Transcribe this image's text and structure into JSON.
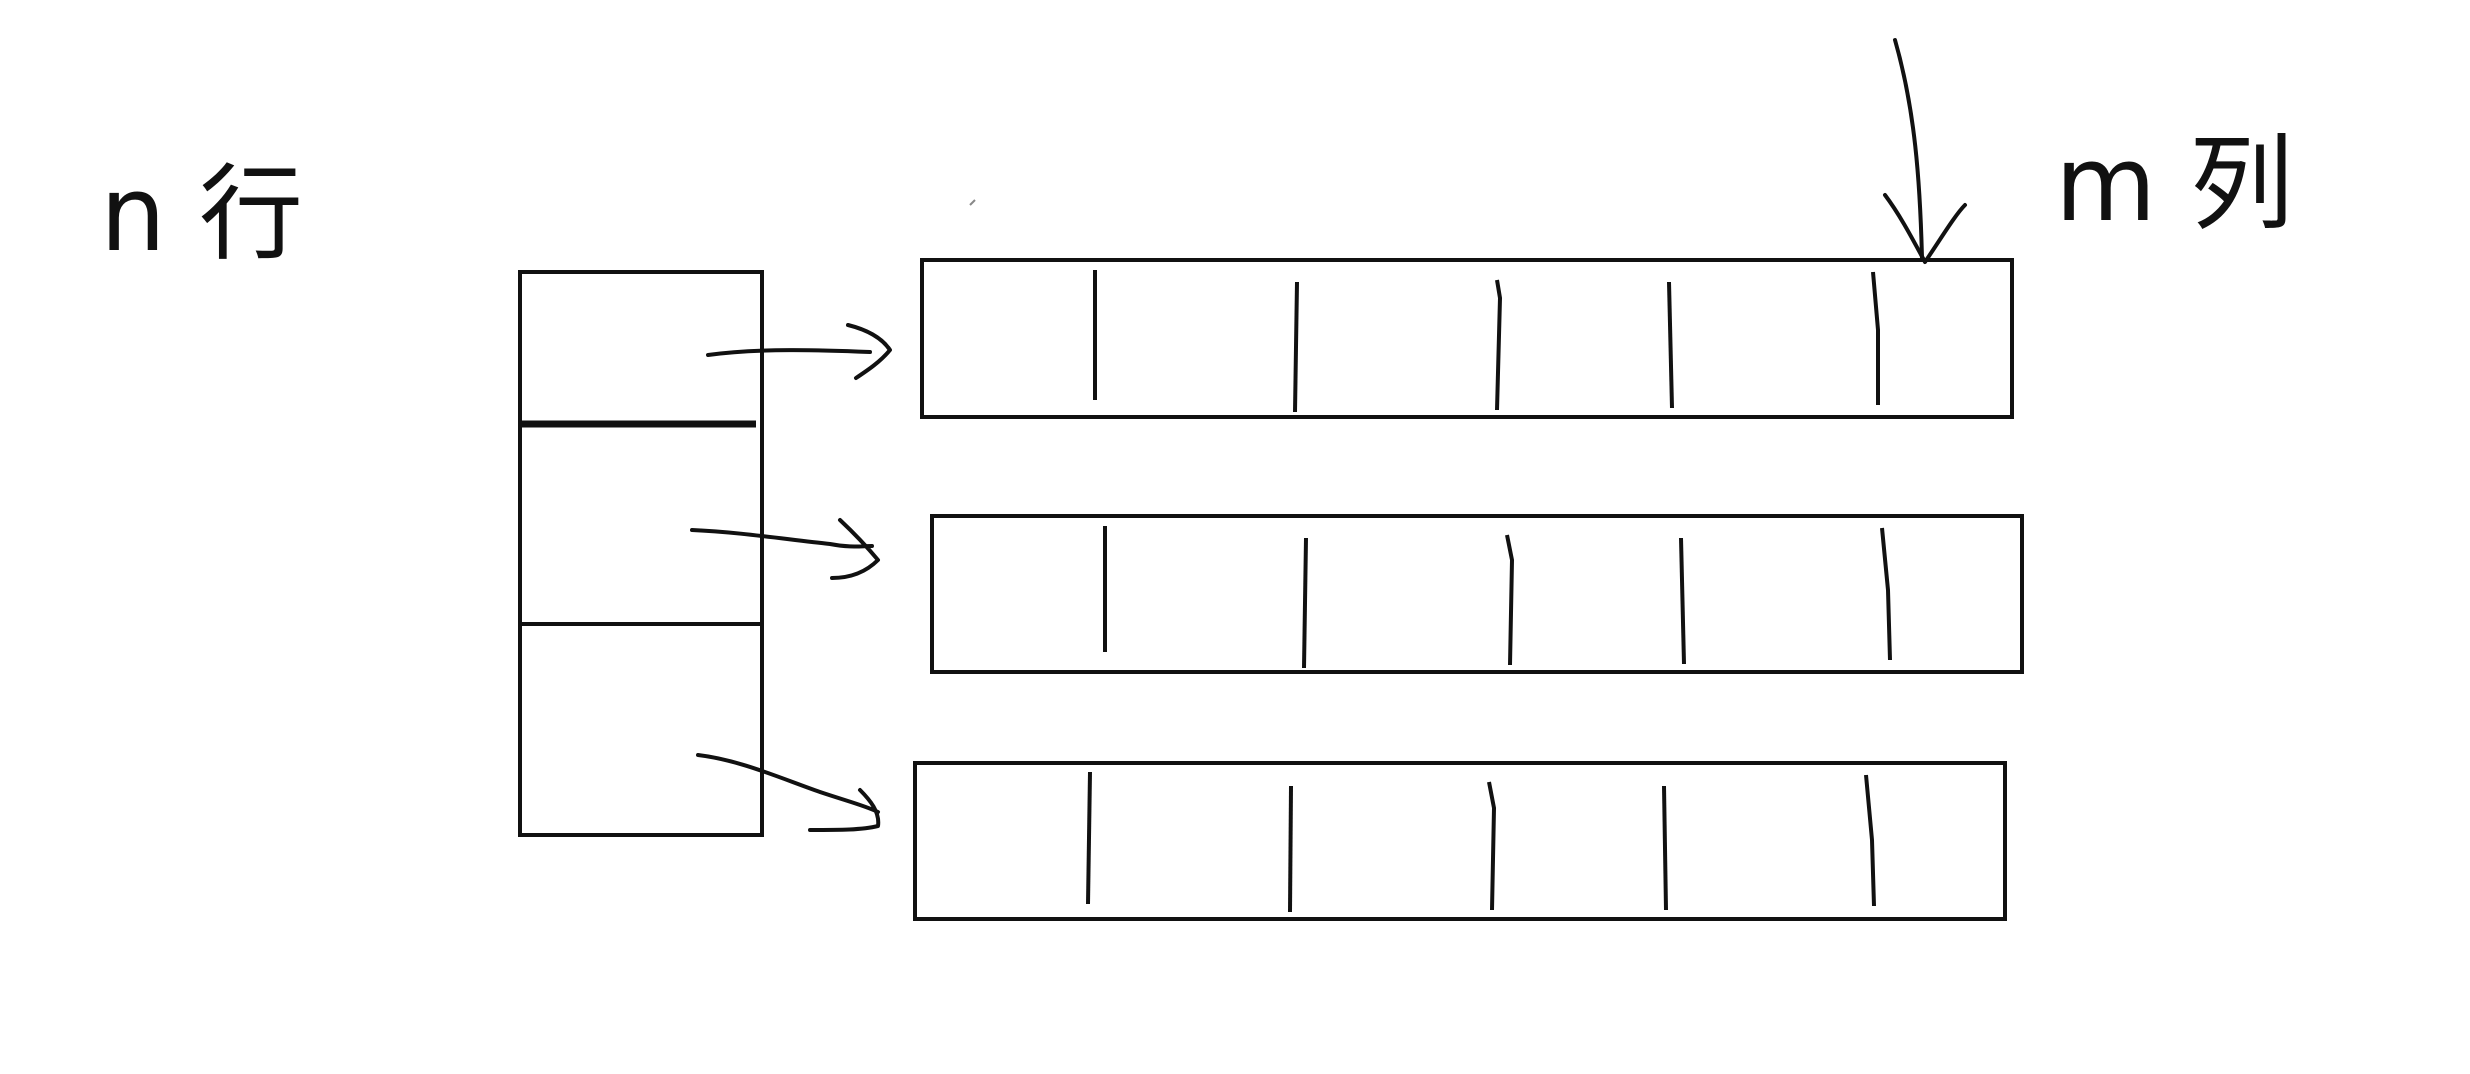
{
  "labels": {
    "rows": "n 行",
    "cols": "m 列"
  },
  "structure": {
    "pointer_array_cells": 3,
    "row_arrays": 3,
    "dividers_per_row": 5
  },
  "colors": {
    "ink": "#111111",
    "background": "#ffffff"
  }
}
